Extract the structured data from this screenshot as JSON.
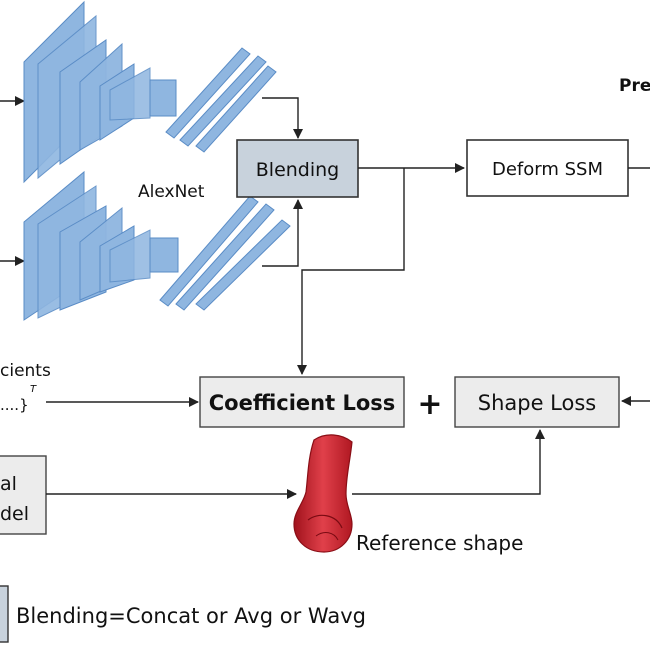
{
  "nodes": {
    "blending": "Blending",
    "deform_ssm": "Deform SSM",
    "coefficient_loss": "Coefficient Loss",
    "shape_loss": "Shape Loss",
    "statistical_model_line1": "al",
    "statistical_model_line2": "del"
  },
  "labels": {
    "alexnet": "AlexNet",
    "predicted_partial": "Pre",
    "coefficients_partial": "cients",
    "coefficients_formula": "....}",
    "formula_superscript": "T",
    "plus": "+",
    "reference_shape": "Reference shape"
  },
  "legend": {
    "text": "Blending=Concat or Avg or Wavg"
  },
  "colors": {
    "cnn_layer_fill": "#8fb6e0",
    "cnn_layer_stroke": "#5a8cc6",
    "blending_fill": "#c8d2dc",
    "loss_box_fill": "#ececec",
    "reference_shape": "#d8303a",
    "arrow": "#333333"
  }
}
